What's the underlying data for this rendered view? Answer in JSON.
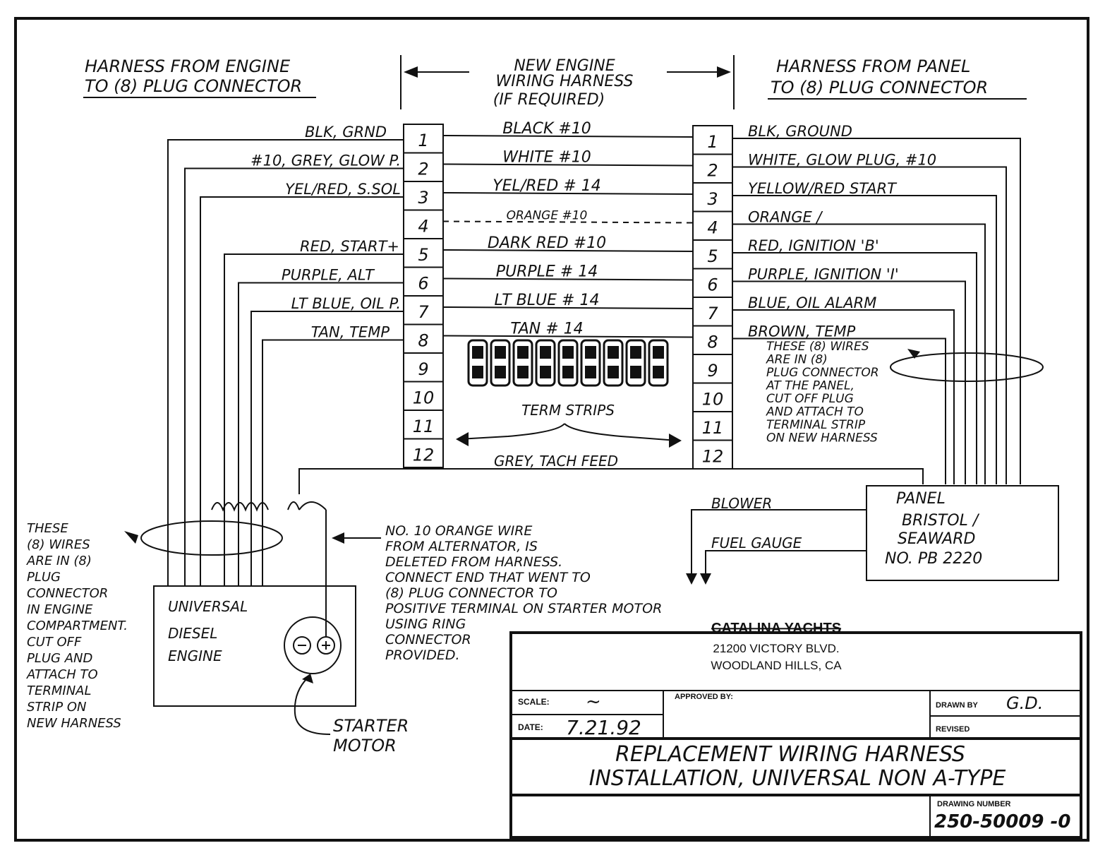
{
  "headers": {
    "left": [
      "HARNESS FROM ENGINE",
      "TO (8) PLUG CONNECTOR"
    ],
    "center": [
      "NEW ENGINE",
      "WIRING HARNESS",
      "(IF REQUIRED)"
    ],
    "right": [
      "HARNESS FROM PANEL",
      "TO (8) PLUG CONNECTOR"
    ]
  },
  "terminal_numbers": [
    "1",
    "2",
    "3",
    "4",
    "5",
    "6",
    "7",
    "8",
    "9",
    "10",
    "11",
    "12"
  ],
  "engine_side_labels": [
    "BLK, GRND",
    "#10, GREY, GLOW P.",
    "YEL/RED, S.SOL",
    "",
    "RED, START+",
    "PURPLE, ALT",
    "LT BLUE, OIL P.",
    "TAN, TEMP"
  ],
  "harness_labels": [
    "BLACK #10",
    "WHITE #10",
    "YEL/RED # 14",
    "ORANGE #10",
    "DARK RED #10",
    "PURPLE # 14",
    "LT BLUE # 14",
    "TAN # 14"
  ],
  "panel_side_labels": [
    "BLK, GROUND",
    "WHITE, GLOW PLUG, #10",
    "YELLOW/RED START",
    "ORANGE /",
    "RED, IGNITION 'B'",
    "PURPLE, IGNITION 'I'",
    "BLUE, OIL ALARM",
    "BROWN, TEMP"
  ],
  "term_strips_label": "TERM STRIPS",
  "tach_label": "GREY, TACH FEED",
  "panel_note": [
    "THESE (8) WIRES",
    "ARE IN (8)",
    "PLUG CONNECTOR",
    "AT THE PANEL,",
    "CUT OFF PLUG",
    "AND ATTACH TO",
    "TERMINAL STRIP",
    "ON NEW HARNESS"
  ],
  "panel_box": [
    "PANEL",
    "BRISTOL /",
    "SEAWARD",
    "NO. PB 2220"
  ],
  "blower_label": "BLOWER",
  "fuel_gauge_label": "FUEL GAUGE",
  "engine_note": [
    "THESE",
    "(8) WIRES",
    "ARE IN (8)",
    "PLUG",
    "CONNECTOR",
    "IN ENGINE",
    "COMPARTMENT.",
    "CUT OFF",
    "PLUG AND",
    "ATTACH TO",
    "TERMINAL",
    "STRIP ON",
    "NEW HARNESS"
  ],
  "engine_box": [
    "UNIVERSAL",
    "DIESEL",
    "ENGINE"
  ],
  "orange_note": [
    "NO. 10 ORANGE WIRE",
    "FROM ALTERNATOR, IS",
    "DELETED FROM HARNESS.",
    "CONNECT END THAT WENT TO",
    "(8) PLUG CONNECTOR TO",
    "POSITIVE TERMINAL ON STARTER MOTOR",
    "USING RING",
    "CONNECTOR",
    "PROVIDED."
  ],
  "starter_label": [
    "STARTER",
    "MOTOR"
  ],
  "title_block": {
    "company": "CATALINA YACHTS",
    "address1": "21200 VICTORY BLVD.",
    "address2": "WOODLAND HILLS, CA",
    "scale_label": "SCALE:",
    "scale_value": "~",
    "approved_label": "APPROVED BY:",
    "drawn_label": "DRAWN BY",
    "drawn_value": "G.D.",
    "date_label": "DATE:",
    "date_value": "7.21.92",
    "revised_label": "REVISED",
    "title_line1": "REPLACEMENT WIRING HARNESS",
    "title_line2": "INSTALLATION, UNIVERSAL NON A-TYPE",
    "drawing_number_label": "DRAWING NUMBER",
    "drawing_number": "250-50009 -0"
  }
}
